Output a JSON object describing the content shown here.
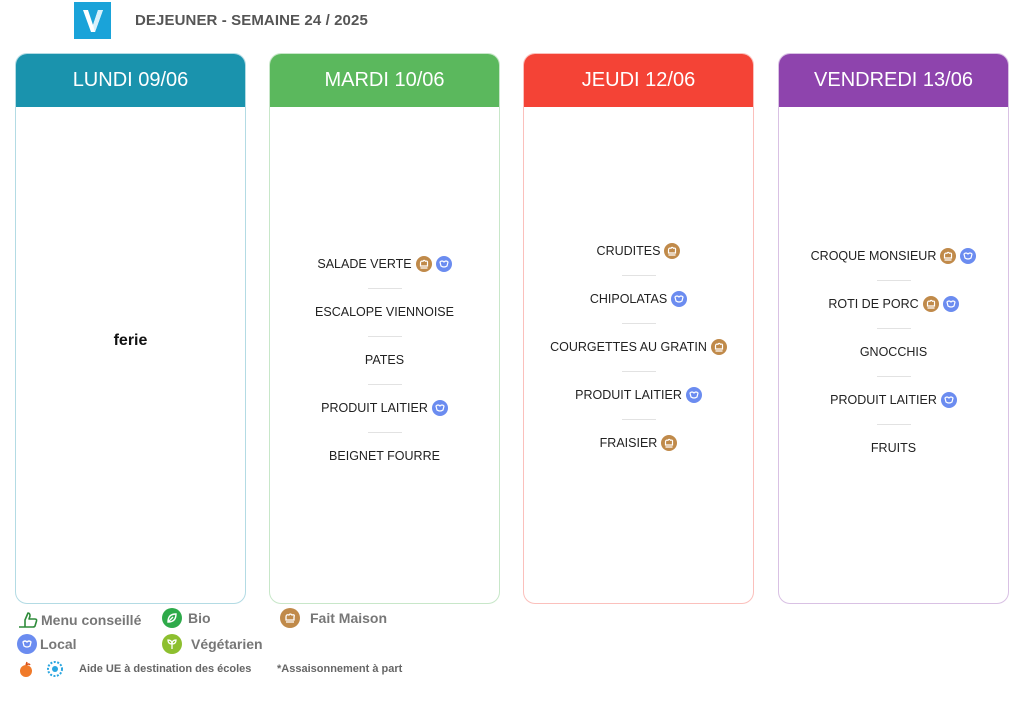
{
  "header": {
    "title": "DEJEUNER - SEMAINE 24 / 2025"
  },
  "days": [
    {
      "label": "LUNDI 09/06",
      "color": "#1a93ad",
      "note": "ferie"
    },
    {
      "label": "MARDI 10/06",
      "color": "#5bb85d",
      "items": [
        {
          "name": "SALADE VERTE",
          "badges": [
            "fait-maison",
            "local"
          ]
        },
        {
          "name": "ESCALOPE VIENNOISE",
          "badges": []
        },
        {
          "name": "PATES",
          "badges": []
        },
        {
          "name": "PRODUIT LAITIER",
          "badges": [
            "local"
          ]
        },
        {
          "name": "BEIGNET FOURRE",
          "badges": []
        }
      ]
    },
    {
      "label": "JEUDI 12/06",
      "color": "#f44336",
      "items": [
        {
          "name": "CRUDITES",
          "badges": [
            "fait-maison"
          ]
        },
        {
          "name": "CHIPOLATAS",
          "badges": [
            "local"
          ]
        },
        {
          "name": "COURGETTES AU GRATIN",
          "badges": [
            "fait-maison"
          ]
        },
        {
          "name": "PRODUIT LAITIER",
          "badges": [
            "local"
          ]
        },
        {
          "name": "FRAISIER",
          "badges": [
            "fait-maison"
          ]
        }
      ]
    },
    {
      "label": "VENDREDI 13/06",
      "color": "#8e44ad",
      "items": [
        {
          "name": "CROQUE MONSIEUR",
          "badges": [
            "fait-maison",
            "local"
          ]
        },
        {
          "name": "ROTI DE PORC",
          "badges": [
            "fait-maison",
            "local"
          ]
        },
        {
          "name": "GNOCCHIS",
          "badges": []
        },
        {
          "name": "PRODUIT LAITIER",
          "badges": [
            "local"
          ]
        },
        {
          "name": "FRUITS",
          "badges": []
        }
      ]
    }
  ],
  "legend": {
    "menu_conseille": "Menu conseillé",
    "bio": "Bio",
    "fait_maison": "Fait Maison",
    "local": "Local",
    "vegetarien": "Végétarien",
    "aide_ue": "Aide UE à destination des écoles",
    "assaisonnement": "*Assaisonnement à part"
  },
  "colors": {
    "fait_maison": "#c08a4a",
    "local": "#6b8cf0",
    "bio": "#2eaa4a",
    "vegetarien": "#8dbf2f",
    "menu_conseille": "#2e8b3a",
    "logo": "#1aa3d9"
  }
}
